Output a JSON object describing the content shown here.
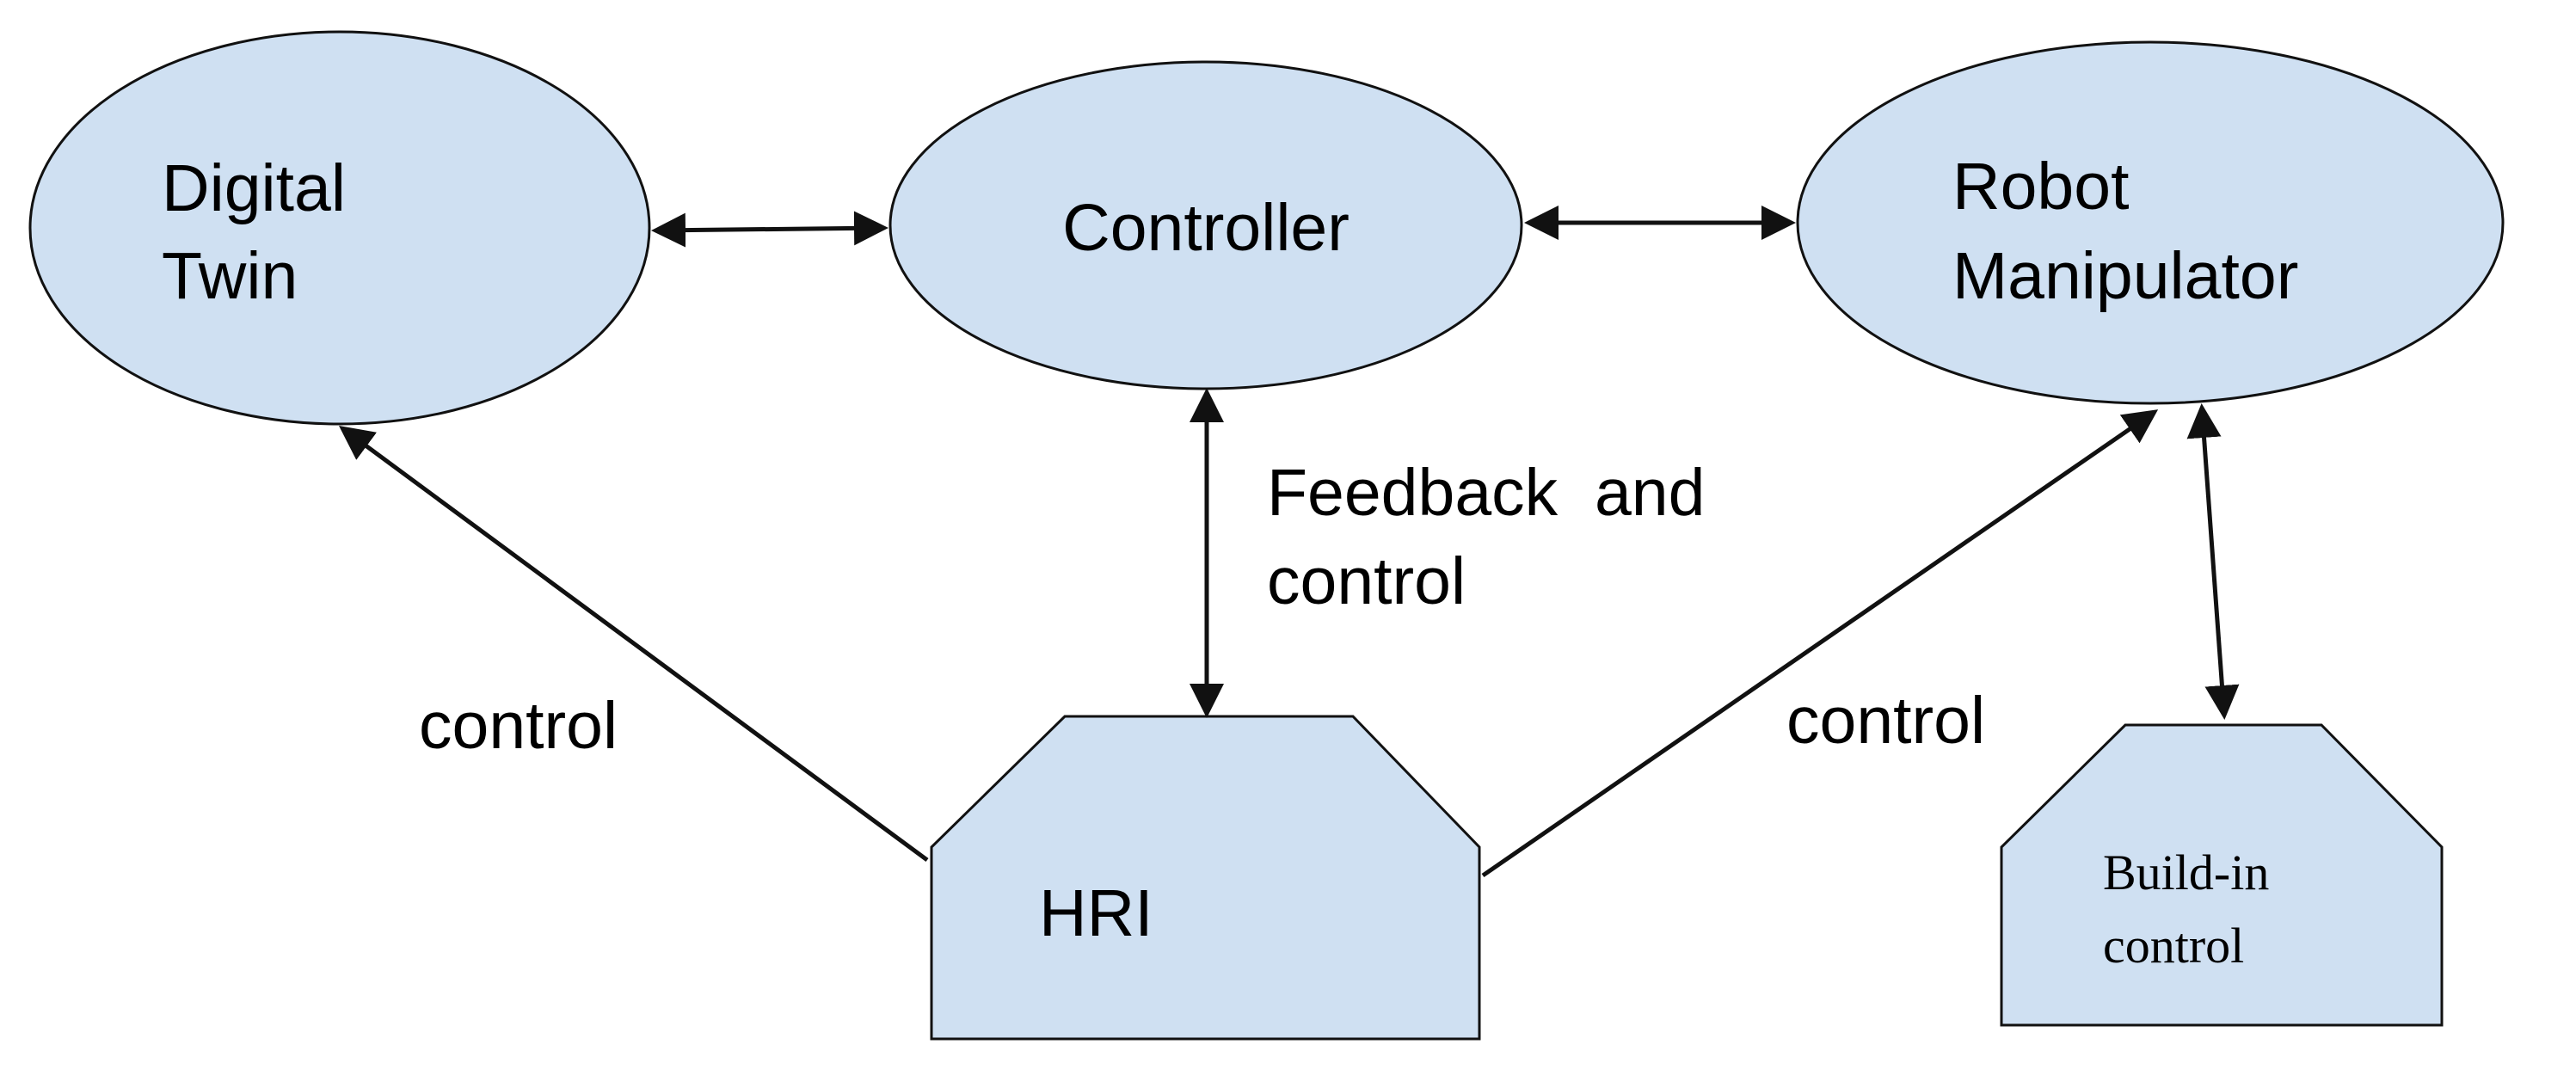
{
  "nodes": {
    "digital_twin": {
      "line1": "Digital",
      "line2": "Twin"
    },
    "controller": {
      "label": "Controller"
    },
    "robot_manipulator": {
      "line1": "Robot",
      "line2": "Manipulator"
    },
    "hri": {
      "label": "HRI"
    },
    "build_in_control": {
      "line1": "Build-in",
      "line2": "control"
    }
  },
  "edge_labels": {
    "feedback_line1": "Feedback  and",
    "feedback_line2": "control",
    "control_left": "control",
    "control_right": "control"
  },
  "colors": {
    "node_fill": "#cfe0f2",
    "stroke": "#111111",
    "text": "#000000"
  }
}
